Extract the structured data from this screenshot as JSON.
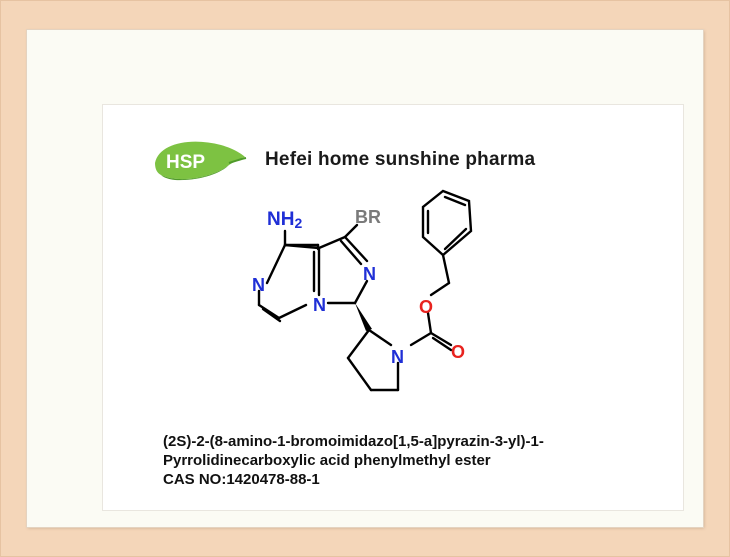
{
  "logo": {
    "text": "HSP",
    "leaf_color": "#7dc242",
    "dark_color": "#4f9a2a"
  },
  "company_name": "Hefei home sunshine pharma",
  "molecule": {
    "atoms": {
      "nh2": "NH",
      "nh2_sub": "2",
      "br": "BR",
      "n_pyrazine": "N",
      "n_bridge": "N",
      "n_imidazole": "N",
      "o_ester": "O",
      "o_carbonyl": "O",
      "n_pyrrolidine": "N"
    },
    "colors": {
      "nitrogen": "#1f2fd6",
      "oxygen": "#e8231f",
      "bromine": "#7a7a7a",
      "bond": "#000000"
    }
  },
  "caption": {
    "line1": "(2S)-2-(8-amino-1-bromoimidazo[1,5-a]pyrazin-3-yl)-1-",
    "line2": "Pyrrolidinecarboxylic acid phenylmethyl ester",
    "line3": "CAS NO:1420478-88-1"
  }
}
